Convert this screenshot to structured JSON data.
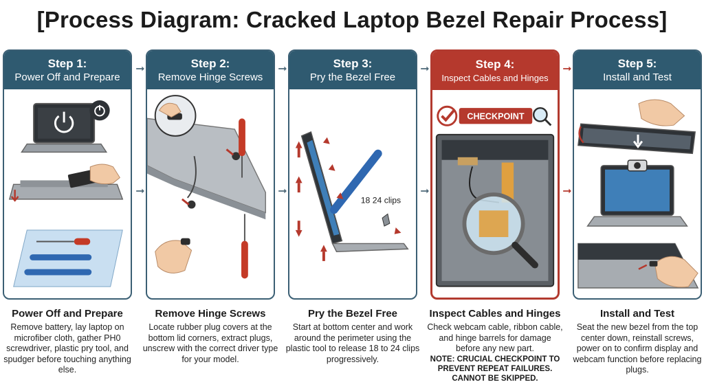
{
  "title": "[Process Diagram: Cracked Laptop Bezel Repair Process]",
  "steps": [
    {
      "number": "Step 1:",
      "name": "Power Off and Prepare",
      "desc_title": "Power Off and Prepare",
      "desc_body": "Remove battery, lay laptop on microfiber cloth, gather PH0 screwdriver, plastic pry tool, and spudger before touching anything else."
    },
    {
      "number": "Step 2:",
      "name": "Remove Hinge Screws",
      "desc_title": "Remove Hinge Screws",
      "desc_body": "Locate rubber plug covers at the bottom lid corners, extract plugs, unscrew with the correct driver type for your model."
    },
    {
      "number": "Step 3:",
      "name": "Pry the Bezel Free",
      "desc_title": "Pry the Bezel Free",
      "desc_body": "Start at bottom center and work around the perimeter using the plastic tool to release 18 to 24 clips progressively.",
      "clips_label": "18 24 clips"
    },
    {
      "number": "Step 4:",
      "name": "Inspect Cables and Hinges",
      "desc_title": "Inspect Cables and Hinges",
      "desc_body": "Check webcam cable, ribbon cable, and hinge barrels for damage before any new part.",
      "desc_note": "NOTE: CRUCIAL CHECKPOINT TO PREVENT REPEAT FAILURES. CANNOT BE SKIPPED.",
      "checkpoint_label": "CHECKPOINT"
    },
    {
      "number": "Step 5:",
      "name": "Install and Test",
      "desc_title": "Install and Test",
      "desc_body": "Seat the new bezel from the top center down, reinstall screws, power on to confirm display and webcam function before replacing plugs."
    }
  ],
  "colors": {
    "header": "#2f5a70",
    "checkpoint": "#b5392d",
    "screen": "#3f7fb8"
  },
  "icons": [
    "power-icon",
    "screwdriver-icon",
    "pry-tool-icon",
    "magnifier-icon",
    "checkmark-icon",
    "webcam-icon",
    "hand-icon",
    "arrow-right-icon"
  ]
}
